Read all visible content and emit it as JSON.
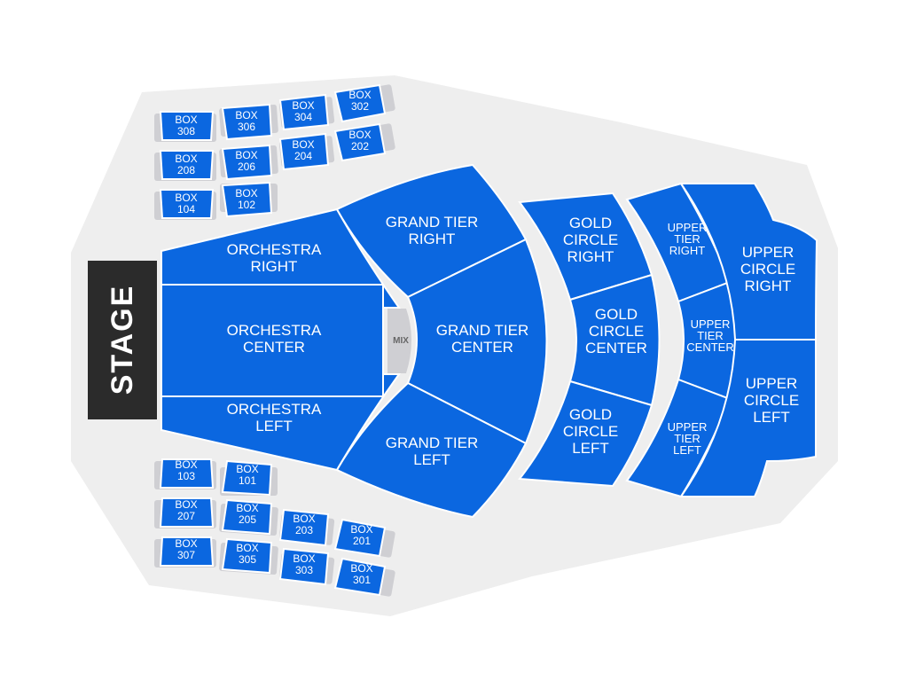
{
  "stage": {
    "label": "STAGE"
  },
  "mix": {
    "label": "MIX"
  },
  "colors": {
    "section": "#0b67e0",
    "venue_floor": "#eeeeee",
    "stage": "#2b2b2b",
    "mix": "#cfcfd3",
    "box_shadow": "#cfcfd3"
  },
  "sections": {
    "orchestra_right": {
      "l1": "ORCHESTRA",
      "l2": "RIGHT"
    },
    "orchestra_center": {
      "l1": "ORCHESTRA",
      "l2": "CENTER"
    },
    "orchestra_left": {
      "l1": "ORCHESTRA",
      "l2": "LEFT"
    },
    "grand_tier_right": {
      "l1": "GRAND TIER",
      "l2": "RIGHT"
    },
    "grand_tier_center": {
      "l1": "GRAND TIER",
      "l2": "CENTER"
    },
    "grand_tier_left": {
      "l1": "GRAND TIER",
      "l2": "LEFT"
    },
    "gold_circle_right": {
      "l1": "GOLD",
      "l2": "CIRCLE",
      "l3": "RIGHT"
    },
    "gold_circle_center": {
      "l1": "GOLD",
      "l2": "CIRCLE",
      "l3": "CENTER"
    },
    "gold_circle_left": {
      "l1": "GOLD",
      "l2": "CIRCLE",
      "l3": "LEFT"
    },
    "upper_tier_right": {
      "l1": "UPPER",
      "l2": "TIER",
      "l3": "RIGHT"
    },
    "upper_tier_center": {
      "l1": "UPPER",
      "l2": "TIER",
      "l3": "CENTER"
    },
    "upper_tier_left": {
      "l1": "UPPER",
      "l2": "TIER",
      "l3": "LEFT"
    },
    "upper_circle_right": {
      "l1": "UPPER",
      "l2": "CIRCLE",
      "l3": "RIGHT"
    },
    "upper_circle_left": {
      "l1": "UPPER",
      "l2": "CIRCLE",
      "l3": "LEFT"
    }
  },
  "boxes": {
    "b308": {
      "l1": "BOX",
      "l2": "308"
    },
    "b306": {
      "l1": "BOX",
      "l2": "306"
    },
    "b304": {
      "l1": "BOX",
      "l2": "304"
    },
    "b302": {
      "l1": "BOX",
      "l2": "302"
    },
    "b208": {
      "l1": "BOX",
      "l2": "208"
    },
    "b206": {
      "l1": "BOX",
      "l2": "206"
    },
    "b204": {
      "l1": "BOX",
      "l2": "204"
    },
    "b202": {
      "l1": "BOX",
      "l2": "202"
    },
    "b104": {
      "l1": "BOX",
      "l2": "104"
    },
    "b102": {
      "l1": "BOX",
      "l2": "102"
    },
    "b103": {
      "l1": "BOX",
      "l2": "103"
    },
    "b101": {
      "l1": "BOX",
      "l2": "101"
    },
    "b207": {
      "l1": "BOX",
      "l2": "207"
    },
    "b205": {
      "l1": "BOX",
      "l2": "205"
    },
    "b203": {
      "l1": "BOX",
      "l2": "203"
    },
    "b201": {
      "l1": "BOX",
      "l2": "201"
    },
    "b307": {
      "l1": "BOX",
      "l2": "307"
    },
    "b305": {
      "l1": "BOX",
      "l2": "305"
    },
    "b303": {
      "l1": "BOX",
      "l2": "303"
    },
    "b301": {
      "l1": "BOX",
      "l2": "301"
    }
  }
}
